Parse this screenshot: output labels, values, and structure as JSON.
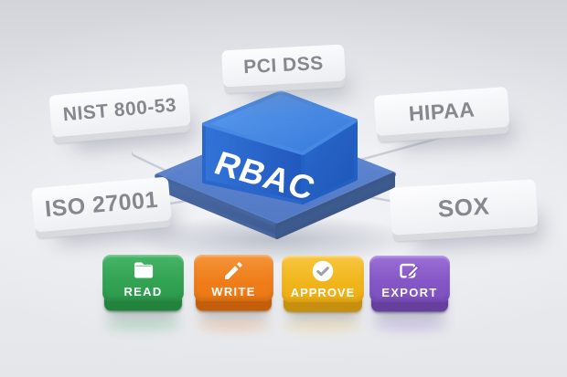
{
  "center_node": {
    "label": "RBAC"
  },
  "compliance_nodes": [
    {
      "label": "PCI DSS"
    },
    {
      "label": "NIST 800-53"
    },
    {
      "label": "HIPAA"
    },
    {
      "label": "ISO 27001"
    },
    {
      "label": "SOX"
    }
  ],
  "action_buttons": [
    {
      "label": "READ",
      "icon": "folder-icon",
      "color": "#33a354",
      "edge_color": "#23823c"
    },
    {
      "label": "WRITE",
      "icon": "pencil-icon",
      "color": "#ef7e1a",
      "edge_color": "#c25e0c"
    },
    {
      "label": "APPROVE",
      "icon": "check-circle-icon",
      "color": "#f1b61c",
      "edge_color": "#c78f10"
    },
    {
      "label": "EXPORT",
      "icon": "export-icon",
      "color": "#8557c6",
      "edge_color": "#67409e"
    }
  ],
  "colors": {
    "cube_left_face": "#2b6ace",
    "cube_right_face": "#2160c4",
    "cube_top_face": "#4a8de6",
    "platform_top": "#5e86d0",
    "node_slab": "#f4f5f7",
    "node_text": "#85888e",
    "connector": "#f0f1f4",
    "background": "#e4e6ea"
  }
}
